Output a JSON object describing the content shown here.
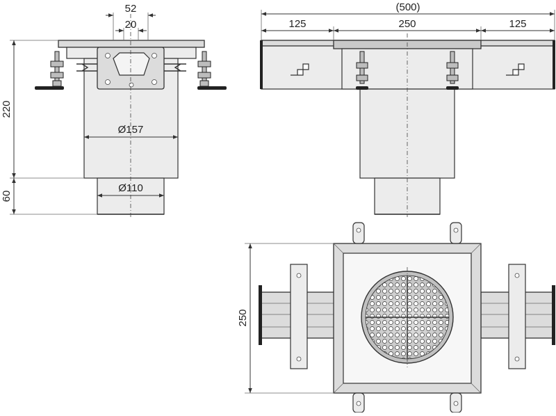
{
  "side_view": {
    "dim_top_outer": "52",
    "dim_top_inner": "20",
    "dim_body_height": "220",
    "dim_outlet_height": "60",
    "dim_body_diameter": "Ø157",
    "dim_outlet_diameter": "Ø110"
  },
  "front_view": {
    "dim_total_width": "(500)",
    "dim_left_flange": "125",
    "dim_center": "250",
    "dim_right_flange": "125"
  },
  "top_view": {
    "dim_side": "250"
  },
  "colors": {
    "line": "#333333",
    "steel": "#dcdcdc",
    "background": "#ffffff"
  }
}
